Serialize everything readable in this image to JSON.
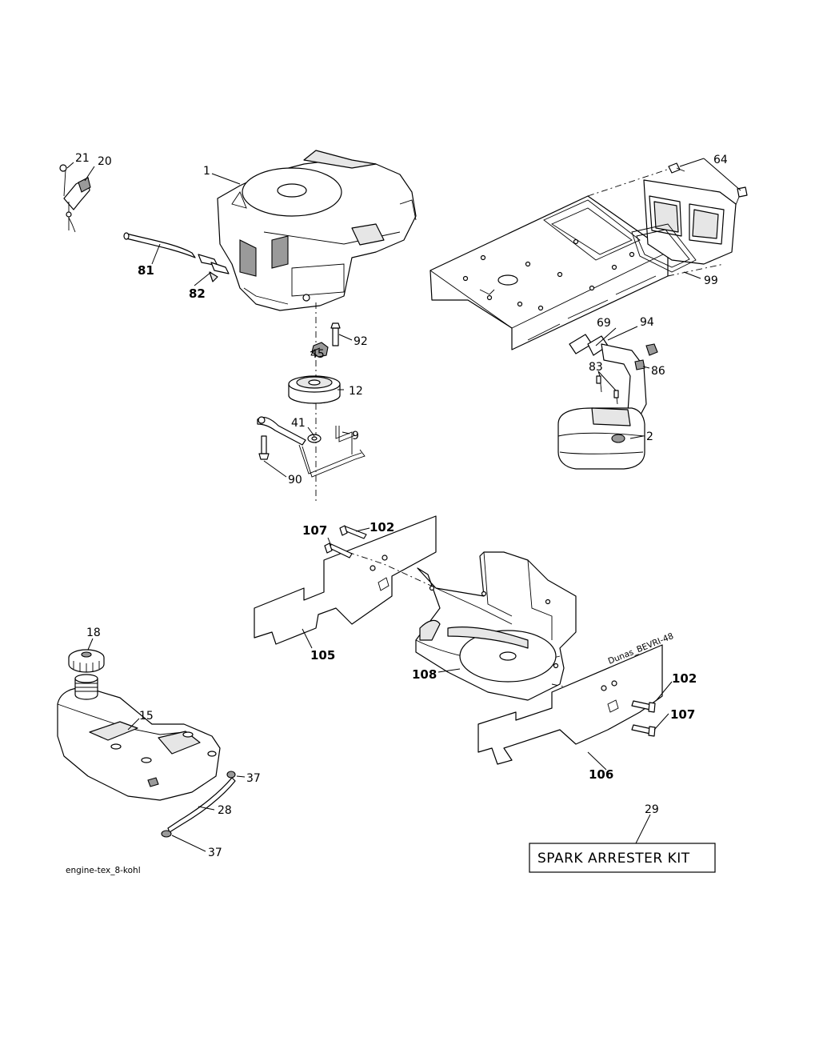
{
  "diagram": {
    "filename": "engine-tex_8-kohl",
    "kit_label": "SPARK ARRESTER KIT"
  },
  "callouts": {
    "c1": "1",
    "c2": "2",
    "c9": "9",
    "c12": "12",
    "c15": "15",
    "c18": "18",
    "c20": "20",
    "c21": "21",
    "c28": "28",
    "c29": "29",
    "c37a": "37",
    "c37b": "37",
    "c41": "41",
    "c45": "45",
    "c64": "64",
    "c69": "69",
    "c81": "81",
    "c82": "82",
    "c83": "83",
    "c86": "86",
    "c90": "90",
    "c92": "92",
    "c94": "94",
    "c99": "99",
    "c102a": "102",
    "c102b": "102",
    "c105": "105",
    "c106": "106",
    "c107a": "107",
    "c107b": "107",
    "c108": "108"
  }
}
